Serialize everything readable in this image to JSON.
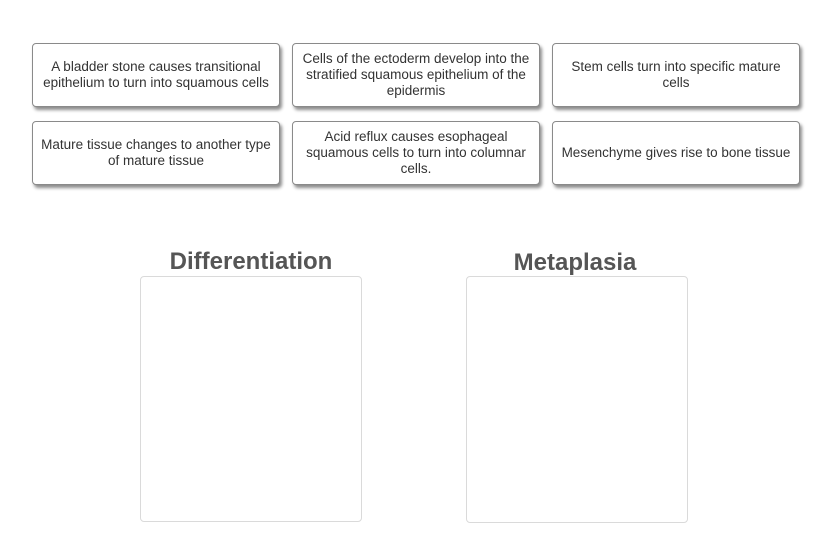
{
  "cards": [
    "A bladder stone causes transitional epithelium to turn into squamous cells",
    "Cells of the ectoderm develop into the stratified squamous epithelium of the epidermis",
    "Stem cells turn into specific mature cells",
    "Mature tissue changes to another type of mature tissue",
    "Acid reflux causes esophageal squamous cells to turn into columnar cells.",
    "Mesenchyme gives rise to bone tissue"
  ],
  "zones": {
    "differentiation": {
      "title": "Differentiation"
    },
    "metaplasia": {
      "title": "Metaplasia"
    }
  }
}
